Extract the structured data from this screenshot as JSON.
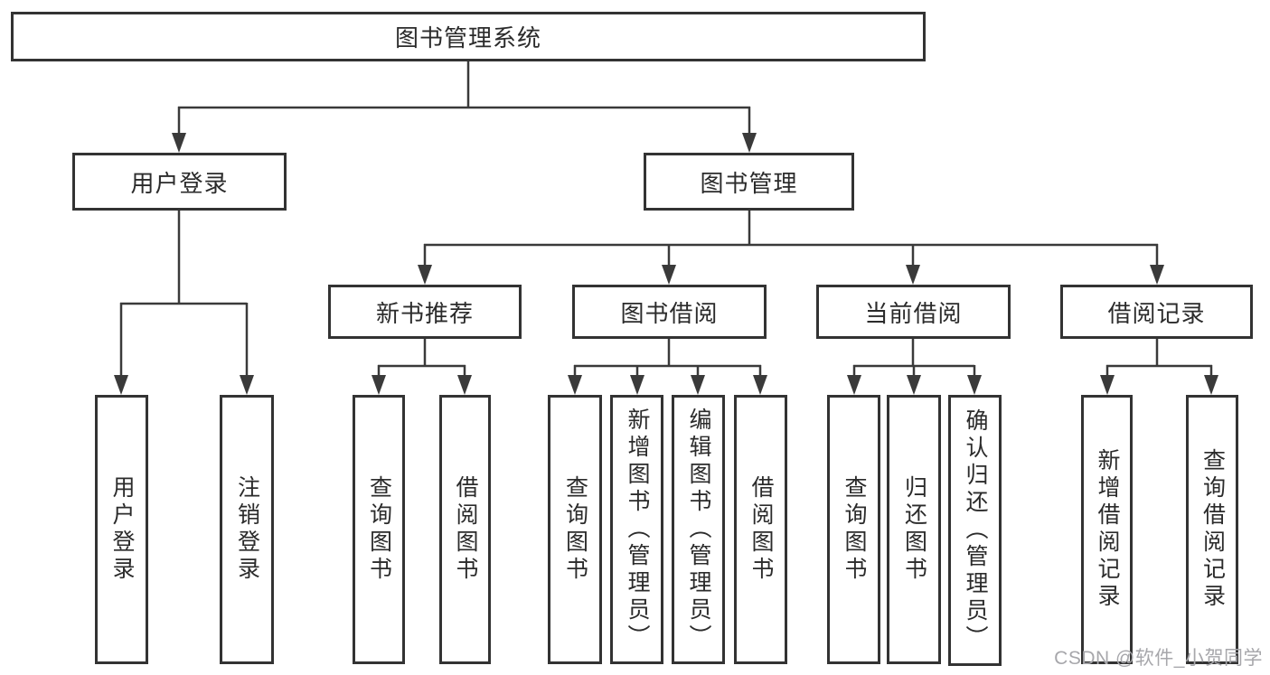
{
  "diagram_title": "图书管理系统",
  "tree": {
    "root": {
      "label": "图书管理系统"
    },
    "level2": [
      {
        "label": "用户登录"
      },
      {
        "label": "图书管理"
      }
    ],
    "level3": [
      {
        "label": "新书推荐"
      },
      {
        "label": "图书借阅"
      },
      {
        "label": "当前借阅"
      },
      {
        "label": "借阅记录"
      }
    ],
    "leaves": [
      {
        "label": "用户登录"
      },
      {
        "label": "注销登录"
      },
      {
        "label": "查询图书"
      },
      {
        "label": "借阅图书"
      },
      {
        "label": "查询图书"
      },
      {
        "label": "新增图书（管理员）"
      },
      {
        "label": "编辑图书（管理员）"
      },
      {
        "label": "借阅图书"
      },
      {
        "label": "查询图书"
      },
      {
        "label": "归还图书"
      },
      {
        "label": "确认归还（管理员）"
      },
      {
        "label": "新增借阅记录"
      },
      {
        "label": "查询借阅记录"
      }
    ]
  },
  "watermark": "CSDN @软件_小贺同学",
  "colors": {
    "line": "#3a3a3a",
    "box_border": "#333333",
    "text": "#2b2b2b",
    "background": "#ffffff",
    "watermark": "#a7a7ab"
  }
}
